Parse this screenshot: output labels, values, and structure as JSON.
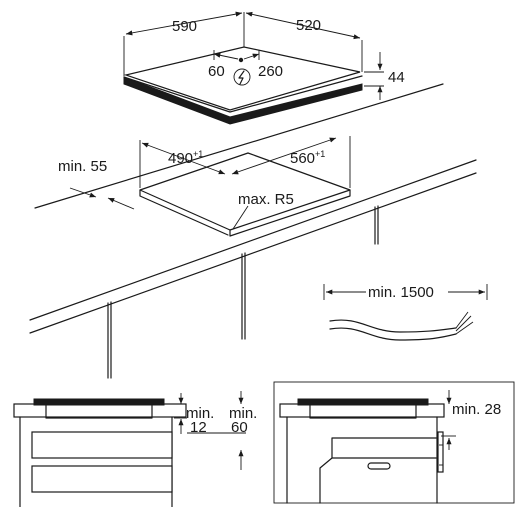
{
  "hob_top": {
    "width": "590",
    "depth": "520",
    "height": "44",
    "cable_left": "60",
    "cable_right": "260"
  },
  "cutout": {
    "width_base": "490",
    "width_tol": "+1",
    "depth_base": "560",
    "depth_tol": "+1",
    "min_edge": "min. 55",
    "corner_radius": "max. R5"
  },
  "cable": {
    "min_length": "min. 1500"
  },
  "side_left": {
    "min_below_label": "min.",
    "min_below_value": "12",
    "min_drawer_label": "min.",
    "min_drawer_value": "60"
  },
  "side_right": {
    "min_oven": "min. 28"
  }
}
